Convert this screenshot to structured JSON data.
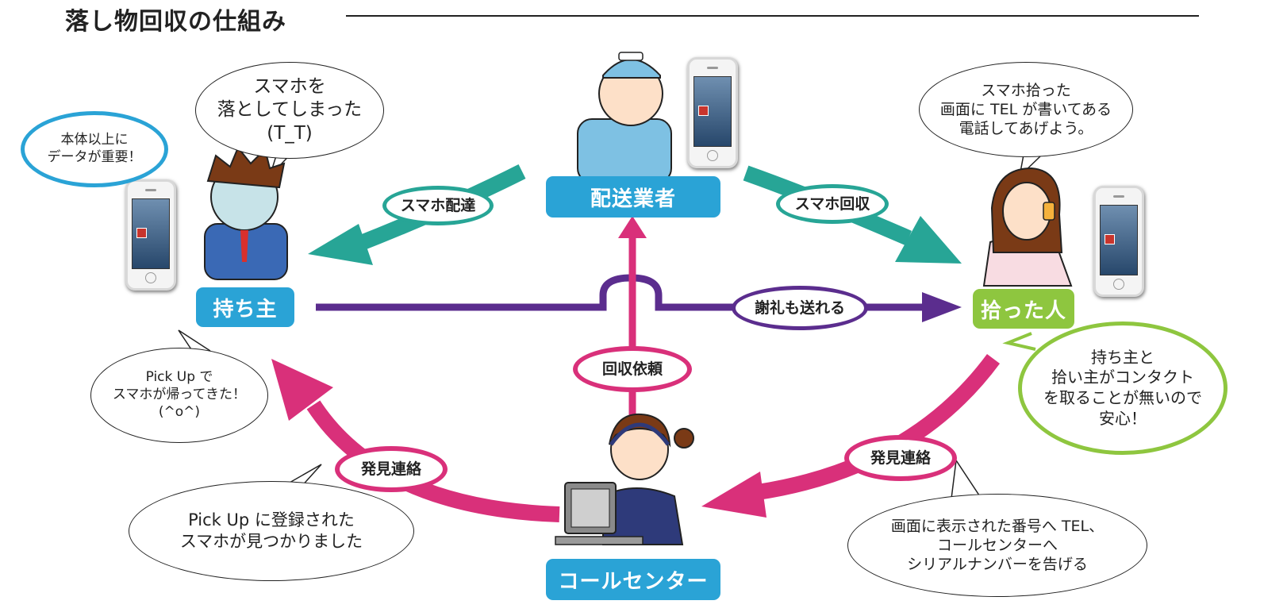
{
  "title": "落し物回収の仕組み",
  "nodes": {
    "owner": "持ち主",
    "delivery": "配送業者",
    "finder": "拾った人",
    "callcenter": "コールセンター"
  },
  "arrow_labels": {
    "smartphone_delivery": "スマホ配達",
    "smartphone_collect": "スマホ回収",
    "thanks": "謝礼も送れる",
    "collect_request": "回収依頼",
    "found_report_left": "発見連絡",
    "found_report_right": "発見連絡"
  },
  "bubbles": {
    "owner_data": "本体以上に\nデータが重要！",
    "owner_lost": "スマホを\n落としてしまった\n(T_T)",
    "finder_picked": "スマホ拾った\n画面に TEL が書いてある\n電話してあげよう。",
    "no_contact": "持ち主と\n拾い主がコンタクト\nを取ることが無いので\n安心！",
    "returned": "Pick Up で\nスマホが帰ってきた！\n(^o^)",
    "found_registered": "Pick Up に登録された\nスマホが見つかりました",
    "tell_serial": "画面に表示された番号へ TEL、\nコールセンターへ\nシリアルナンバーを告げる"
  },
  "colors": {
    "teal": "#27a596",
    "purple": "#5b2d8e",
    "magenta": "#d9307a",
    "blue_node": "#2aa3d6",
    "green_node": "#8ec63f",
    "blue_bubble": "#2aa3d6",
    "green_bubble": "#8ec63f"
  },
  "icons": [
    "smartphone-icon",
    "delivery-man-icon",
    "owner-person-icon",
    "finder-woman-icon",
    "operator-woman-icon"
  ]
}
